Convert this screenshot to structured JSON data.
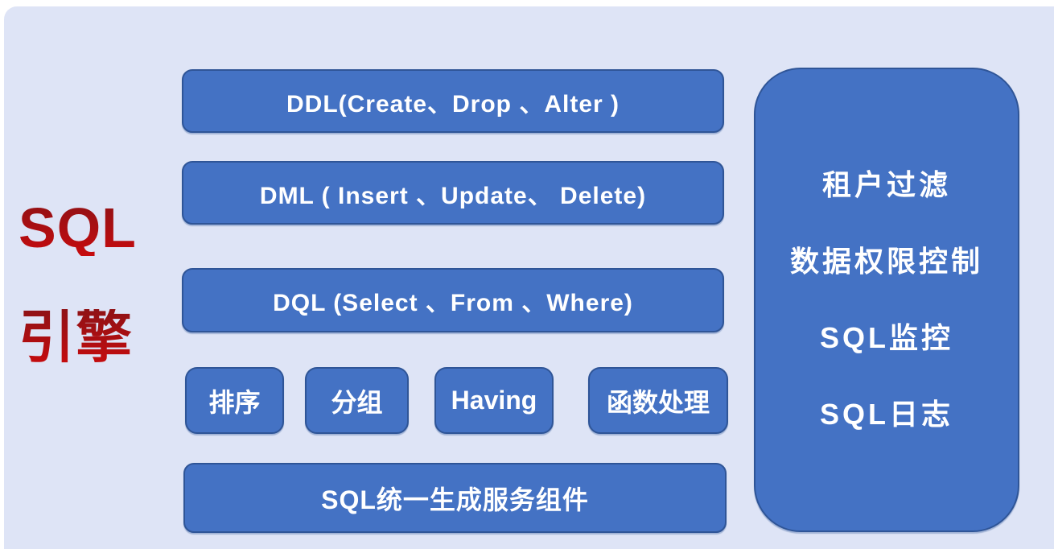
{
  "slide": {
    "colors": {
      "background": "#dee4f6",
      "box_fill": "#4472c4",
      "box_border": "#2f5597",
      "box_text": "#ffffff",
      "title_red_top": "#8f1216",
      "title_red_bottom": "#c70b0e"
    },
    "title": {
      "line1": "SQL",
      "line2": "引擎"
    },
    "statement_boxes": {
      "ddl": "DDL(Create、Drop 、Alter )",
      "dml": "DML ( Insert 、Update、 Delete)",
      "dql": "DQL (Select 、From 、Where)"
    },
    "clause_boxes": {
      "sort": "排序",
      "group": "分组",
      "having": "Having",
      "function": "函数处理"
    },
    "bottom_box": "SQL统一生成服务组件",
    "side_panel": {
      "items": [
        "租户过滤",
        "数据权限控制",
        "SQL监控",
        "SQL日志"
      ]
    }
  }
}
